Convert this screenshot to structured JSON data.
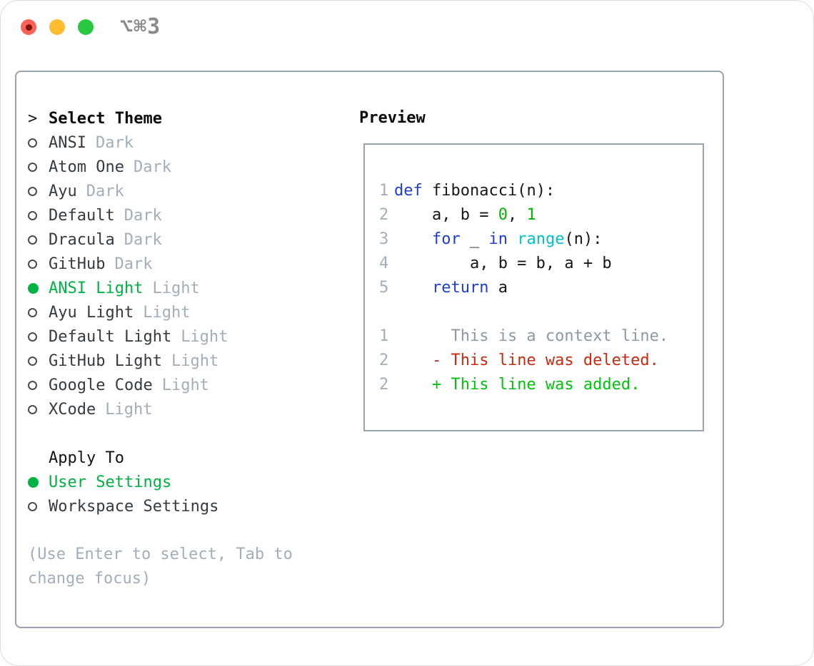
{
  "window": {
    "title": "⌥⌘3",
    "traffic_lights": [
      {
        "name": "close",
        "color": "#ff5f57",
        "has_dot": true,
        "dot_color": "#7e130a"
      },
      {
        "name": "minimize",
        "color": "#febc2e",
        "has_dot": false
      },
      {
        "name": "zoom",
        "color": "#28c840",
        "has_dot": false
      }
    ]
  },
  "theme_panel": {
    "header_marker": ">",
    "header": "Select Theme",
    "items": [
      {
        "name": "ANSI",
        "variant": "Dark",
        "selected": false
      },
      {
        "name": "Atom One",
        "variant": "Dark",
        "selected": false
      },
      {
        "name": "Ayu",
        "variant": "Dark",
        "selected": false
      },
      {
        "name": "Default",
        "variant": "Dark",
        "selected": false
      },
      {
        "name": "Dracula",
        "variant": "Dark",
        "selected": false
      },
      {
        "name": "GitHub",
        "variant": "Dark",
        "selected": false
      },
      {
        "name": "ANSI Light",
        "variant": "Light",
        "selected": true
      },
      {
        "name": "Ayu Light",
        "variant": "Light",
        "selected": false
      },
      {
        "name": "Default Light",
        "variant": "Light",
        "selected": false
      },
      {
        "name": "GitHub Light",
        "variant": "Light",
        "selected": false
      },
      {
        "name": "Google Code",
        "variant": "Light",
        "selected": false
      },
      {
        "name": "XCode",
        "variant": "Light",
        "selected": false
      }
    ]
  },
  "apply_to": {
    "header": "Apply To",
    "options": [
      {
        "label": "User Settings",
        "selected": true
      },
      {
        "label": "Workspace Settings",
        "selected": false
      }
    ]
  },
  "help": {
    "line1": "(Use Enter to select, Tab to",
    "line2": "change focus)"
  },
  "preview": {
    "header": "Preview",
    "code_lines": [
      {
        "num": "1",
        "segments": [
          {
            "t": "def",
            "c": "kw"
          },
          {
            "t": " fibonacci(n):",
            "c": "pl"
          }
        ]
      },
      {
        "num": "2",
        "segments": [
          {
            "t": "    a, b = ",
            "c": "pl"
          },
          {
            "t": "0",
            "c": "num"
          },
          {
            "t": ", ",
            "c": "pl"
          },
          {
            "t": "1",
            "c": "num"
          }
        ]
      },
      {
        "num": "3",
        "segments": [
          {
            "t": "    ",
            "c": "pl"
          },
          {
            "t": "for",
            "c": "kw"
          },
          {
            "t": " _ ",
            "c": "pl"
          },
          {
            "t": "in",
            "c": "kw"
          },
          {
            "t": " ",
            "c": "pl"
          },
          {
            "t": "range",
            "c": "fn"
          },
          {
            "t": "(n):",
            "c": "pl"
          }
        ]
      },
      {
        "num": "4",
        "segments": [
          {
            "t": "        a, b = b, a + b",
            "c": "pl"
          }
        ]
      },
      {
        "num": "5",
        "segments": [
          {
            "t": "    ",
            "c": "pl"
          },
          {
            "t": "return",
            "c": "kw"
          },
          {
            "t": " a",
            "c": "pl"
          }
        ]
      }
    ],
    "diff_lines": [
      {
        "num": "1",
        "segments": [
          {
            "t": "      This is a context line.",
            "c": "ctx"
          }
        ]
      },
      {
        "num": "2",
        "segments": [
          {
            "t": "    ",
            "c": "pl"
          },
          {
            "t": "- This line was deleted.",
            "c": "del"
          }
        ]
      },
      {
        "num": "2",
        "segments": [
          {
            "t": "    ",
            "c": "pl"
          },
          {
            "t": "+ This line was added.",
            "c": "add"
          }
        ]
      }
    ]
  },
  "colors": {
    "panel_border": "#99a2ae",
    "selection_green": "#00b241",
    "keyword_blue": "#1e3dd2",
    "builtin_cyan": "#00c3ce",
    "number_green": "#00b500",
    "diff_added_green": "#00c40e",
    "diff_deleted_red": "#cb2910",
    "muted_gray": "#a4aeb9",
    "title_gray": "#8a8a8e"
  }
}
